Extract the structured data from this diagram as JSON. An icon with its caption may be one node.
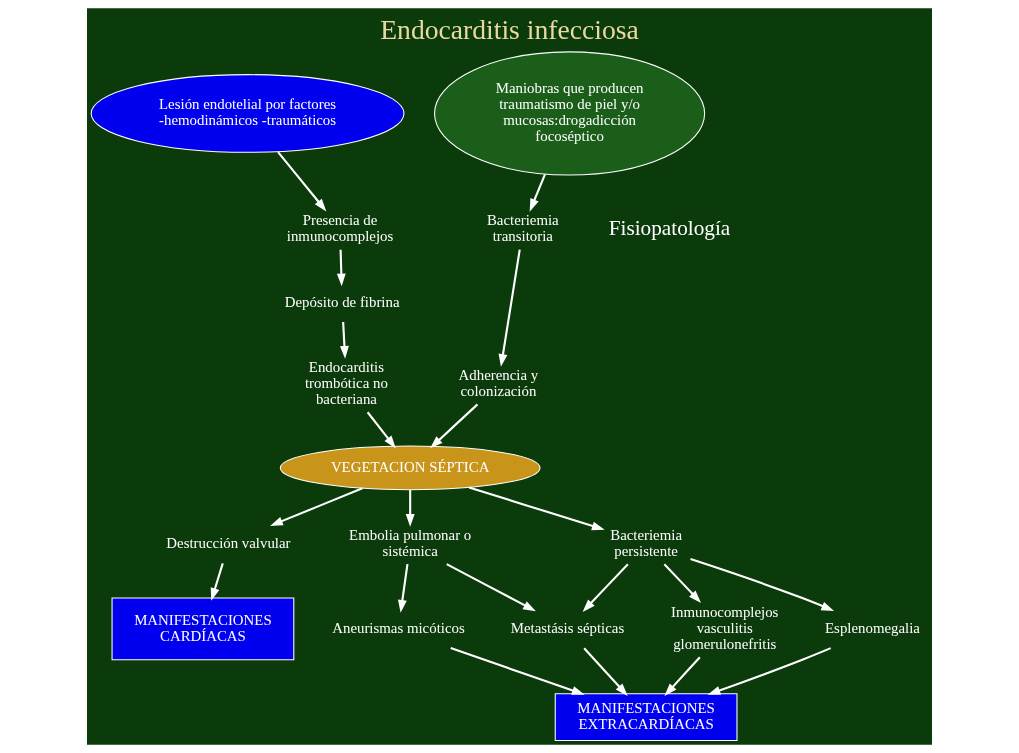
{
  "diagram": {
    "title": "Endocarditis infecciosa",
    "nodes": [
      {
        "text": [
          "Lesión endotelial por factores -hemodinámicos -traumáticos"
        ]
      },
      {
        "text": [
          "Presencia de inmunocomplejos"
        ]
      },
      {
        "text": [
          "Depósito de fibrina"
        ]
      },
      {
        "text": [
          "Endocarditis trombótica no bacteriana"
        ]
      },
      {
        "text": [
          "Maniobras que producen traumatismo de piel y/o mucosas:drogadicción focoséptico"
        ]
      },
      {
        "text": [
          "Bacteriemia transitoria"
        ]
      },
      {
        "text": [
          "Adherencia y colonización"
        ]
      },
      {
        "text": [
          "VEGETACION SÉPTICA"
        ]
      },
      {
        "text": [
          "Destrucción valvular"
        ]
      },
      {
        "text": [
          "Embolia pulmonar o sistémica"
        ]
      },
      {
        "text": [
          "Aneurismas micóticos"
        ]
      },
      {
        "text": [
          "Metastásis sépticas"
        ]
      },
      {
        "text": [
          "Bacteriemia persistente"
        ]
      },
      {
        "text": [
          "Inmunocomplejos vasculitis glomerulonefritis"
        ]
      },
      {
        "text": [
          "Esplenomegalia"
        ]
      },
      {
        "text": [
          "MANIFESTACIONES CARDÍACAS"
        ]
      },
      {
        "text": [
          "MANIFESTACIONES EXTRACARDÍACAS"
        ]
      }
    ],
    "edges": [
      {
        "from": 0,
        "to": 1,
        "arrow": "to"
      },
      {
        "from": 1,
        "to": 2,
        "arrow": "to"
      },
      {
        "from": 2,
        "to": 3,
        "arrow": "to"
      },
      {
        "from": 4,
        "to": 5,
        "arrow": "to"
      },
      {
        "from": 5,
        "to": 6,
        "arrow": "to"
      },
      {
        "from": 3,
        "to": 7,
        "arrow": "to"
      },
      {
        "from": 6,
        "to": 7,
        "arrow": "to"
      },
      {
        "from": 7,
        "to": 8,
        "arrow": "to"
      },
      {
        "from": 7,
        "to": 9,
        "arrow": "to"
      },
      {
        "from": 7,
        "to": 12,
        "arrow": "to"
      },
      {
        "from": 8,
        "to": 15,
        "arrow": "to"
      },
      {
        "from": 9,
        "to": 11,
        "arrow": "to"
      },
      {
        "from": 9,
        "to": 10,
        "arrow": "to"
      },
      {
        "from": 12,
        "to": 11,
        "arrow": "to"
      },
      {
        "from": 12,
        "to": 13,
        "arrow": "to"
      },
      {
        "from": 12,
        "to": 14,
        "arrow": "to"
      },
      {
        "from": 10,
        "to": 16,
        "arrow": "to"
      },
      {
        "from": 11,
        "to": 16,
        "arrow": "to"
      },
      {
        "from": 13,
        "to": 16,
        "arrow": "to"
      },
      {
        "from": 14,
        "to": 16,
        "arrow": "to"
      }
    ],
    "labels": [
      "Fisiopatología"
    ]
  }
}
